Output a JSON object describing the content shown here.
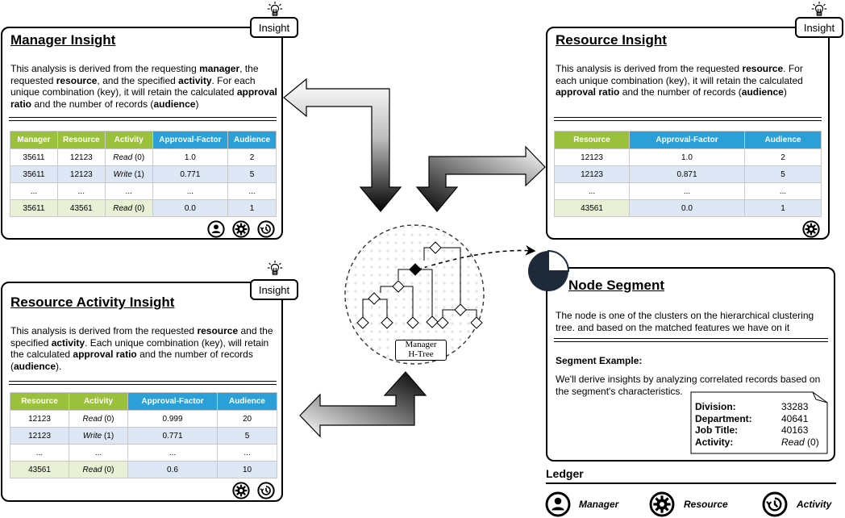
{
  "manager_insight": {
    "title": "Manager Insight",
    "tab": "Insight",
    "desc": [
      {
        "t": "This analysis is derived from the requesting ",
        "b": false
      },
      {
        "t": "manager",
        "b": true
      },
      {
        "t": ", the requested ",
        "b": false
      },
      {
        "t": "resource",
        "b": true
      },
      {
        "t": ", and the specified ",
        "b": false
      },
      {
        "t": "activity",
        "b": true
      },
      {
        "t": ". For each unique combination (key), it will retain the calculated ",
        "b": false
      },
      {
        "t": "approval ratio",
        "b": true
      },
      {
        "t": " and the number of records (",
        "b": false
      },
      {
        "t": "audience",
        "b": true
      },
      {
        "t": ")",
        "b": false
      }
    ],
    "headers": [
      "Manager",
      "Resource",
      "Activity",
      "Approval-Factor",
      "Audience"
    ],
    "rows": [
      [
        "35611",
        "12123",
        "Read (0)",
        "1.0",
        "2"
      ],
      [
        "35611",
        "12123",
        "Write (1)",
        "0.771",
        "5"
      ],
      [
        "...",
        "...",
        "...",
        "...",
        "..."
      ],
      [
        "35611",
        "43561",
        "Read (0)",
        "0.0",
        "1"
      ]
    ]
  },
  "resource_insight": {
    "title": "Resource Insight",
    "tab": "Insight",
    "desc": [
      {
        "t": "This analysis is derived from the requested ",
        "b": false
      },
      {
        "t": "resource",
        "b": true
      },
      {
        "t": ". For each unique combination (key), it will retain the calculated ",
        "b": false
      },
      {
        "t": "approval ratio",
        "b": true
      },
      {
        "t": " and the number of records (",
        "b": false
      },
      {
        "t": "audience",
        "b": true
      },
      {
        "t": ")",
        "b": false
      }
    ],
    "headers": [
      "Resource",
      "Approval-Factor",
      "Audience"
    ],
    "rows": [
      [
        "12123",
        "1.0",
        "2"
      ],
      [
        "12123",
        "0.871",
        "5"
      ],
      [
        "...",
        "...",
        "..."
      ],
      [
        "43561",
        "0.0",
        "1"
      ]
    ]
  },
  "resource_activity_insight": {
    "title": "Resource Activity Insight",
    "tab": "Insight",
    "desc": [
      {
        "t": "This analysis is derived from the requested ",
        "b": false
      },
      {
        "t": "resource",
        "b": true
      },
      {
        "t": " and the specified ",
        "b": false
      },
      {
        "t": "activity",
        "b": true
      },
      {
        "t": ". Each unique combination (key), will retain the calculated ",
        "b": false
      },
      {
        "t": "approval ratio",
        "b": true
      },
      {
        "t": " and the number of records (",
        "b": false
      },
      {
        "t": "audience",
        "b": true
      },
      {
        "t": ").",
        "b": false
      }
    ],
    "headers": [
      "Resource",
      "Activity",
      "Approval-Factor",
      "Audience"
    ],
    "rows": [
      [
        "12123",
        "Read (0)",
        "0.999",
        "20"
      ],
      [
        "12123",
        "Write (1)",
        "0.771",
        "5"
      ],
      [
        "...",
        "...",
        "...",
        "..."
      ],
      [
        "43561",
        "Read (0)",
        "0.6",
        "10"
      ]
    ]
  },
  "node_segment": {
    "title": "Node Segment",
    "desc": "The node is one of the clusters on the hierarchical clustering tree. and based on the matched features we have on it",
    "example_title": "Segment Example:",
    "example_desc": "We'll derive insights by analyzing correlated records based on the segment's characteristics.",
    "example": [
      {
        "k": "Division:",
        "v": "33283"
      },
      {
        "k": "Department:",
        "v": "40641"
      },
      {
        "k": "Job Title:",
        "v": "40163"
      },
      {
        "k": "Activity:",
        "v": "Read (0)"
      }
    ]
  },
  "tree": {
    "label_line1": "Manager",
    "label_line2": "H-Tree"
  },
  "ledger": {
    "title": "Ledger",
    "items": [
      {
        "icon": "manager-icon",
        "label": "Manager"
      },
      {
        "icon": "resource-icon",
        "label": "Resource"
      },
      {
        "icon": "activity-icon",
        "label": "Activity"
      }
    ]
  },
  "colors": {
    "green": "#9bc13c",
    "blue": "#2a9fd8",
    "light_blue": "#dde7f5",
    "light_green": "#e8f0d6",
    "pie": "#1e2a3a"
  }
}
